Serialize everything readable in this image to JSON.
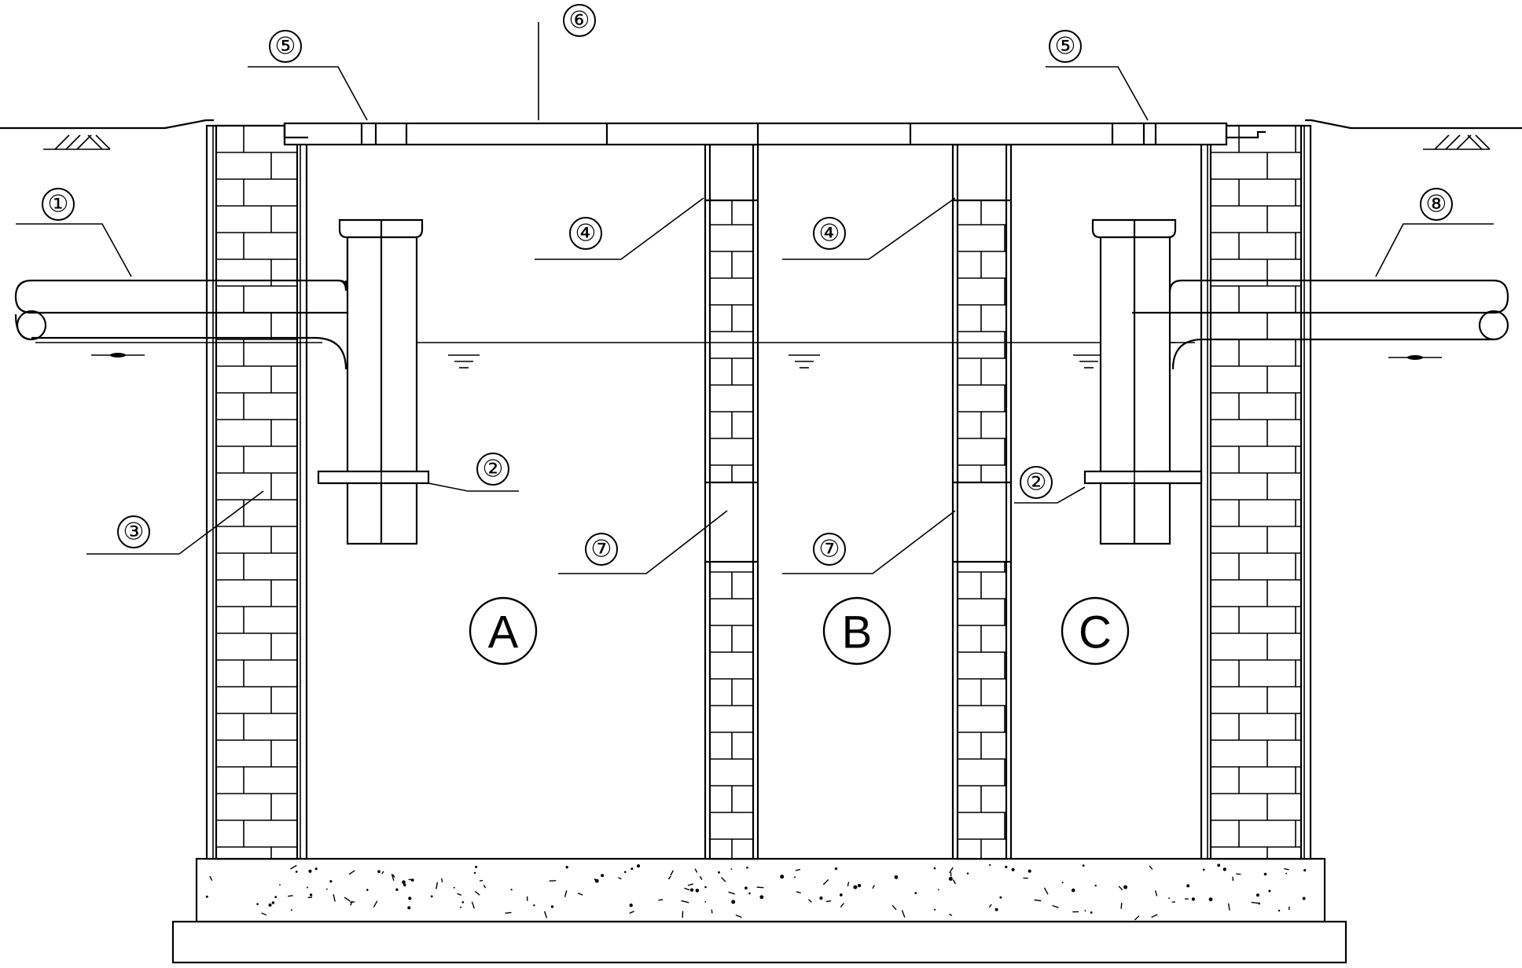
{
  "callouts": [
    {
      "id": "c1-left",
      "label": "①"
    },
    {
      "id": "c2-left",
      "label": "②"
    },
    {
      "id": "c2-right",
      "label": "②"
    },
    {
      "id": "c3",
      "label": "③"
    },
    {
      "id": "c4-left",
      "label": "④"
    },
    {
      "id": "c4-right",
      "label": "④"
    },
    {
      "id": "c5-left",
      "label": "⑤"
    },
    {
      "id": "c5-right",
      "label": "⑤"
    },
    {
      "id": "c6",
      "label": "⑥"
    },
    {
      "id": "c7-left",
      "label": "⑦"
    },
    {
      "id": "c7-right",
      "label": "⑦"
    },
    {
      "id": "c8",
      "label": "⑧"
    }
  ],
  "chambers": [
    {
      "id": "A",
      "label": "A"
    },
    {
      "id": "B",
      "label": "B"
    },
    {
      "id": "C",
      "label": "C"
    }
  ]
}
